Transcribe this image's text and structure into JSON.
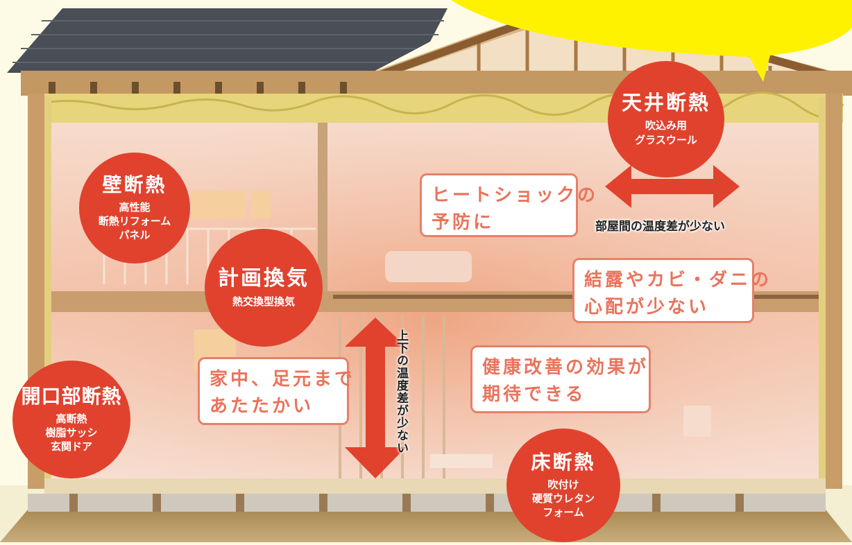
{
  "callouts": {
    "ceiling": {
      "title": "天井断熱",
      "lines": [
        "吹込み用",
        "グラスウール"
      ]
    },
    "wall": {
      "title": "壁断熱",
      "lines": [
        "高性能",
        "断熱リフォーム",
        "パネル"
      ]
    },
    "ventilation": {
      "title": "計画換気",
      "lines": [
        "熱交換型換気"
      ]
    },
    "opening": {
      "title": "開口部断熱",
      "lines": [
        "高断熱",
        "樹脂サッシ",
        "玄関ドア"
      ]
    },
    "floor": {
      "title": "床断熱",
      "lines": [
        "吹付け",
        "硬質ウレタン",
        "フォーム"
      ]
    }
  },
  "benefits": {
    "heat_shock": [
      "ヒートショックの",
      "予防に"
    ],
    "condensation": [
      "結露やカビ・ダニの",
      "心配が少ない"
    ],
    "feet_warm": [
      "家中、足元まで",
      "あたたかい"
    ],
    "health": [
      "健康改善の効果が",
      "期待できる"
    ]
  },
  "arrows": {
    "horizontal_label": "部屋間の温度差が少ない",
    "vertical_label": "上下の温度差が少ない"
  },
  "colors": {
    "accent_red": "#e0422e",
    "box_border": "#e6806a",
    "box_text": "#e9735c",
    "speech_yellow": "#fff200"
  }
}
